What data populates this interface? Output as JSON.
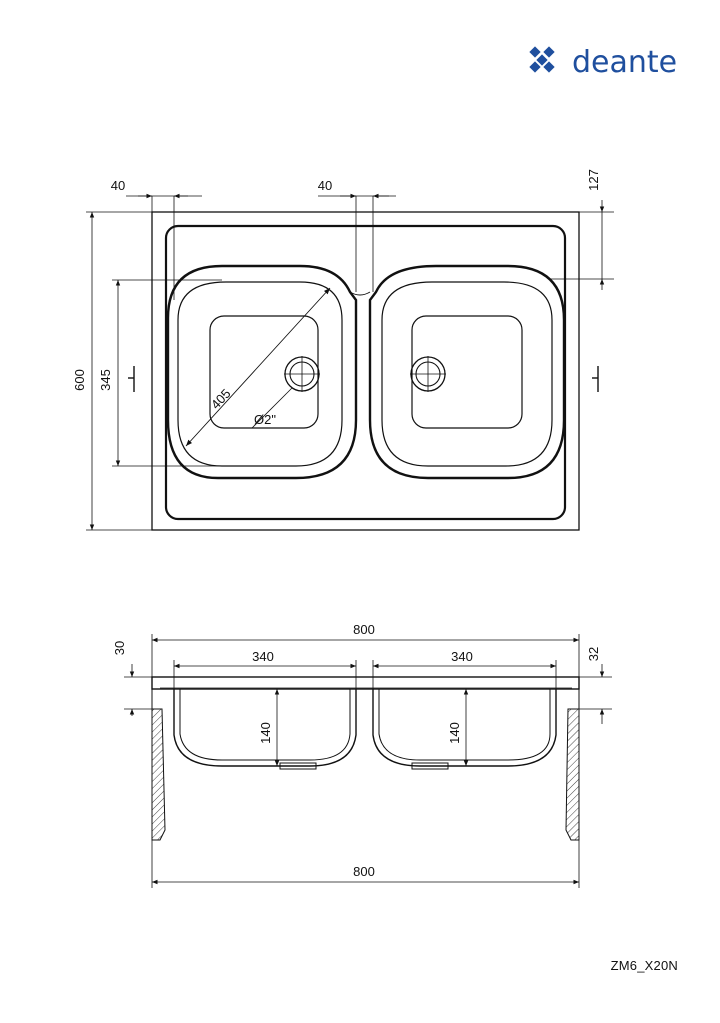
{
  "brand": {
    "name": "deante",
    "color": "#1f4f9e"
  },
  "top_view": {
    "dim_left_inset": "40",
    "dim_center_gap": "40",
    "dim_drain_offset": "127",
    "dim_overall_depth": "600",
    "dim_bowl_depth": "345",
    "dim_bowl_diagonal": "405",
    "drain_size": "Ø2\""
  },
  "side_view": {
    "dim_overall_width_top": "800",
    "dim_bowl_width_left": "340",
    "dim_bowl_width_right": "340",
    "dim_rim_height": "30",
    "dim_rim_height_right": "32",
    "dim_bowl_depth_left": "140",
    "dim_bowl_depth_right": "140",
    "dim_overall_width_bottom": "800"
  },
  "product_code": "ZM6_X20N",
  "line_color": "#111111"
}
